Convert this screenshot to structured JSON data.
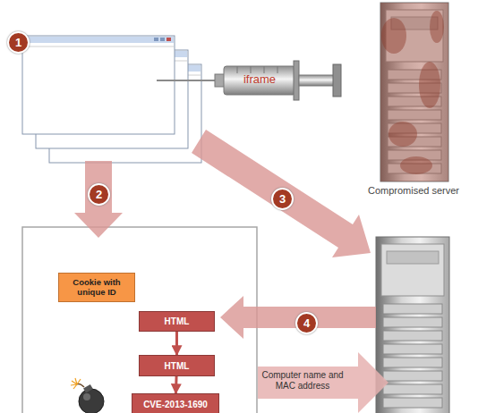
{
  "diagram": {
    "nodes": [
      {
        "text": [
          "Compromised server"
        ]
      },
      {
        "text": [
          "Cookie with unique ID"
        ]
      },
      {
        "text": [
          "HTML"
        ]
      },
      {
        "text": [
          "HTML"
        ]
      },
      {
        "text": [
          "CVE-2013-1690"
        ]
      }
    ],
    "edges": [
      {
        "from": 2,
        "to": 3,
        "arrow": "to"
      },
      {
        "from": 3,
        "to": 4,
        "arrow": "to"
      }
    ],
    "labels": [
      "1",
      "iframe",
      "2",
      "3",
      "4",
      "Computer name and MAC address"
    ]
  }
}
